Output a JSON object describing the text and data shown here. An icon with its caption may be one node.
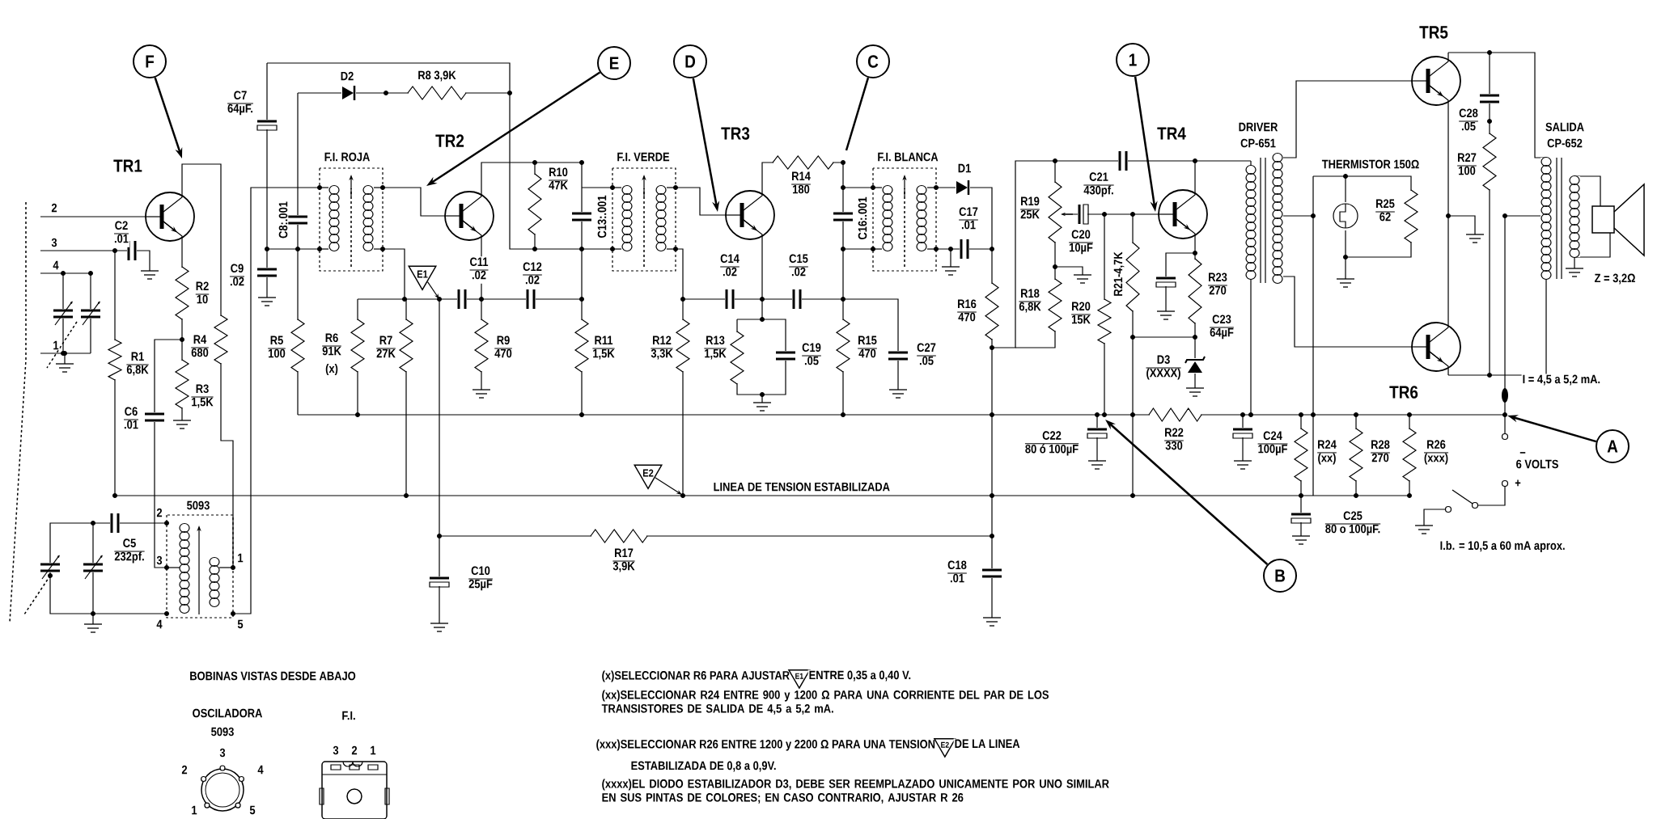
{
  "diagram": {
    "nodes": [
      {
        "text": [
          "F"
        ]
      },
      {
        "text": [
          "E"
        ]
      },
      {
        "text": [
          "D"
        ]
      },
      {
        "text": [
          "C"
        ]
      },
      {
        "text": [
          "1"
        ]
      },
      {
        "text": [
          "E1"
        ]
      },
      {
        "text": [
          "A"
        ]
      },
      {
        "text": [
          "E2"
        ]
      },
      {
        "text": [
          "B"
        ]
      },
      {
        "text": [
          "E1"
        ]
      },
      {
        "text": [
          "E2"
        ]
      }
    ],
    "edges": [
      {
        "from": 0,
        "to": null,
        "arrow": "to"
      },
      {
        "from": 1,
        "to": null,
        "arrow": "to"
      },
      {
        "from": 2,
        "to": null,
        "arrow": "to"
      },
      {
        "from": 3,
        "to": null,
        "arrow": "none"
      },
      {
        "from": 4,
        "to": null,
        "arrow": "to"
      },
      {
        "from": 5,
        "to": null,
        "arrow": "to"
      },
      {
        "from": 7,
        "to": null,
        "arrow": "to"
      },
      {
        "from": 6,
        "to": null,
        "arrow": "to"
      },
      {
        "from": 8,
        "to": null,
        "arrow": "to"
      }
    ],
    "labels": [
      "TR5",
      "D2",
      "R8 3,9K",
      "C7",
      "64µF.",
      "TR2",
      "TR3",
      "TR4",
      "DRIVER",
      "C28",
      ".05",
      "SALIDA",
      "CP-651",
      "CP-652",
      "TR1",
      "F.I. ROJA",
      "R10",
      "47K",
      "F.I. VERDE",
      "R14",
      "180",
      "F.I. BLANCA",
      "D1",
      "C21",
      "430pf.",
      "THERMISTOR 150Ω",
      "R27",
      "100",
      "2",
      "3",
      "C2",
      ".01",
      "C8:.001",
      "C13:.001",
      "C16:.001",
      "C17",
      ".01",
      "R19",
      "25K",
      "C20",
      "10µF",
      "R25",
      "62",
      "4",
      "C9",
      ".02",
      "C11",
      ".02",
      "C12",
      ".02",
      "C14",
      ".02",
      "C15",
      ".02",
      "R21-4,7K",
      "R23",
      "270",
      "Z = 3,2Ω",
      "R2",
      "10",
      "R16",
      "470",
      "R18",
      "6,8K",
      "R20",
      "15K",
      "C23",
      "64µF",
      "1",
      "R1",
      "6,8K",
      "R4",
      "680",
      "R5",
      "100",
      "R6",
      "91K",
      "(x)",
      "R7",
      "27K",
      "R9",
      "470",
      "R11",
      "1,5K",
      "R12",
      "3,3K",
      "R13",
      "1,5K",
      "C19",
      ".05",
      "R15",
      "470",
      "C27",
      ".05",
      "D3",
      "(XXXX)",
      "C6",
      ".01",
      "R3",
      "1,5K",
      "TR6",
      "I = 4,5 a 5,2 mA.",
      "C22",
      "80 ó 100µF",
      "R22",
      "330",
      "C24",
      "100µF",
      "R24",
      "(xx)",
      "R28",
      "270",
      "R26",
      "(xxx)",
      "−",
      "6 VOLTS",
      "LINEA DE TENSION ESTABILIZADA",
      "+",
      "2",
      "5093",
      "C25",
      "80 o 100µF.",
      "C5",
      "232pf.",
      "3",
      "1",
      "C10",
      "25µF",
      "R17",
      "3,9K",
      "C18",
      ".01",
      "I.b. = 10,5 a 60 mA aprox.",
      "4",
      "5",
      "BOBINAS VISTAS DESDE ABAJO",
      "(x)SELECCIONAR R6 PARA AJUSTAR",
      "ENTRE 0,35 a 0,40 V.",
      "OSCILADORA",
      "F.I.",
      "(xx)SELECCIONAR R24 ENTRE 900 y 1200 Ω PARA UNA CORRIENTE DEL PAR DE LOS TRANSISTORES DE SALIDA DE 4,5 a 5,2 mA.",
      "5093",
      "3",
      "3",
      "2",
      "1",
      "(xxx)SELECCIONAR R26 ENTRE 1200 y 2200 Ω PARA UNA TENSION",
      "DE LA LINEA",
      "2",
      "4",
      "ESTABILIZADA DE 0,8 a 0,9V.",
      "(xxxx)EL DIODO ESTABILIZADOR D3, DEBE SER REEMPLAZADO UNICAMENTE POR UNO SIMILAR EN SUS PINTAS DE COLORES; EN CASO CONTRARIO, AJUSTAR R 26",
      "1",
      "5"
    ]
  }
}
